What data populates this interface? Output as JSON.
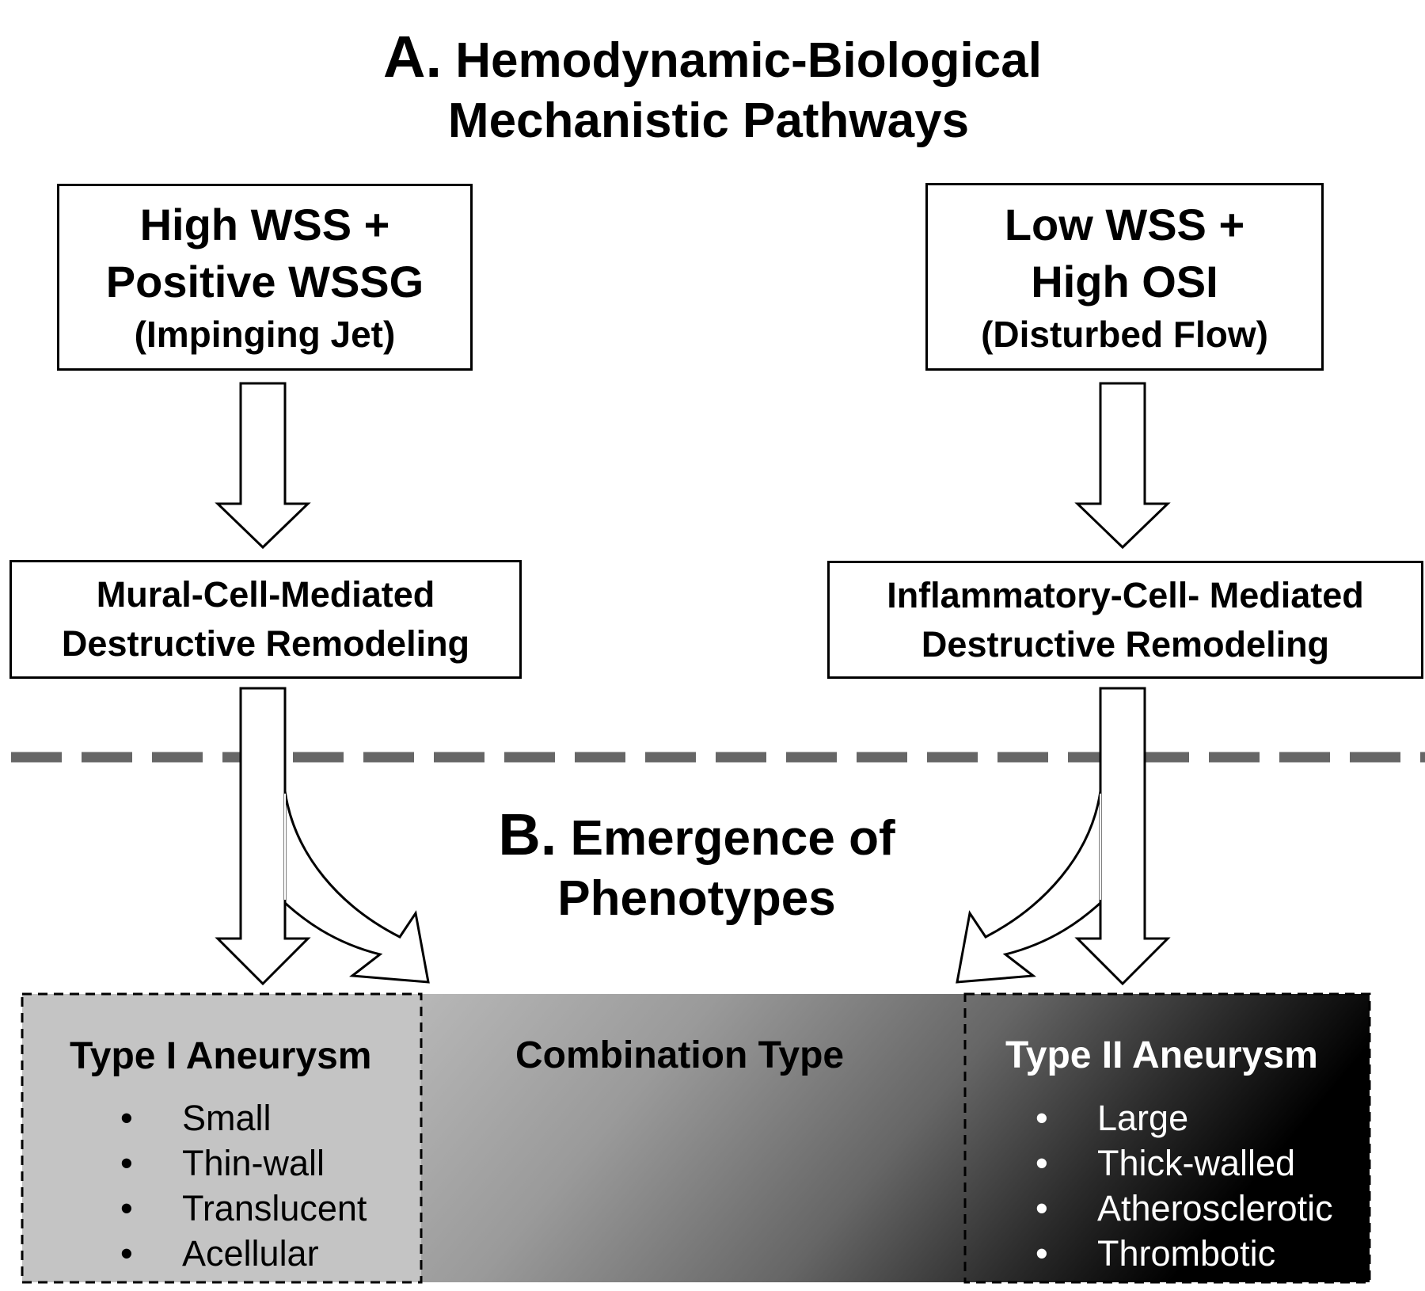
{
  "section_a": {
    "letter": "A.",
    "line1": "Hemodynamic-Biological",
    "line2": "Mechanistic Pathways"
  },
  "section_b": {
    "letter": "B.",
    "line1": "Emergence of",
    "line2": "Phenotypes"
  },
  "left_pathway": {
    "condition_line1": "High WSS +",
    "condition_line2": "Positive WSSG",
    "condition_sub": "(Impinging Jet)",
    "mechanism_line1": "Mural-Cell-Mediated",
    "mechanism_line2": "Destructive Remodeling"
  },
  "right_pathway": {
    "condition_line1": "Low WSS +",
    "condition_line2": "High OSI",
    "condition_sub": "(Disturbed Flow)",
    "mechanism_line1": "Inflammatory-Cell- Mediated",
    "mechanism_line2": "Destructive Remodeling"
  },
  "phenotypes": {
    "type1": {
      "title": "Type I Aneurysm",
      "features": [
        "Small",
        "Thin-wall",
        "Translucent",
        "Acellular"
      ]
    },
    "combination": {
      "title": "Combination Type"
    },
    "type2": {
      "title": "Type II Aneurysm",
      "features": [
        "Large",
        "Thick-walled",
        "Atherosclerotic",
        "Thrombotic"
      ]
    }
  },
  "colors": {
    "type1_fill": "#c4c4c4",
    "gradient_start": "#c4c4c4",
    "gradient_end": "#000000",
    "dashed_line": "#666666"
  }
}
